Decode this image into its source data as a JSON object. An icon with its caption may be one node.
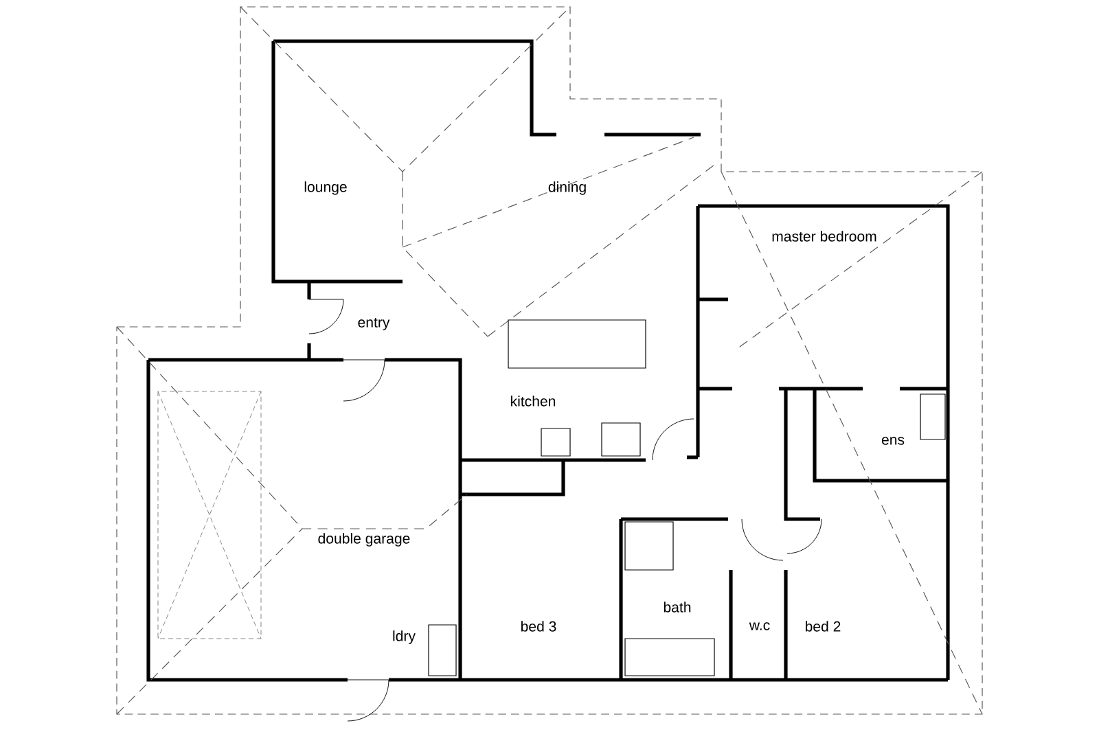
{
  "diagram": {
    "labels": [
      "lounge",
      "dining",
      "master bedroom",
      "entry",
      "kitchen",
      "ens",
      "double garage",
      "ldry",
      "bed 3",
      "bath",
      "w.c",
      "bed 2"
    ]
  }
}
